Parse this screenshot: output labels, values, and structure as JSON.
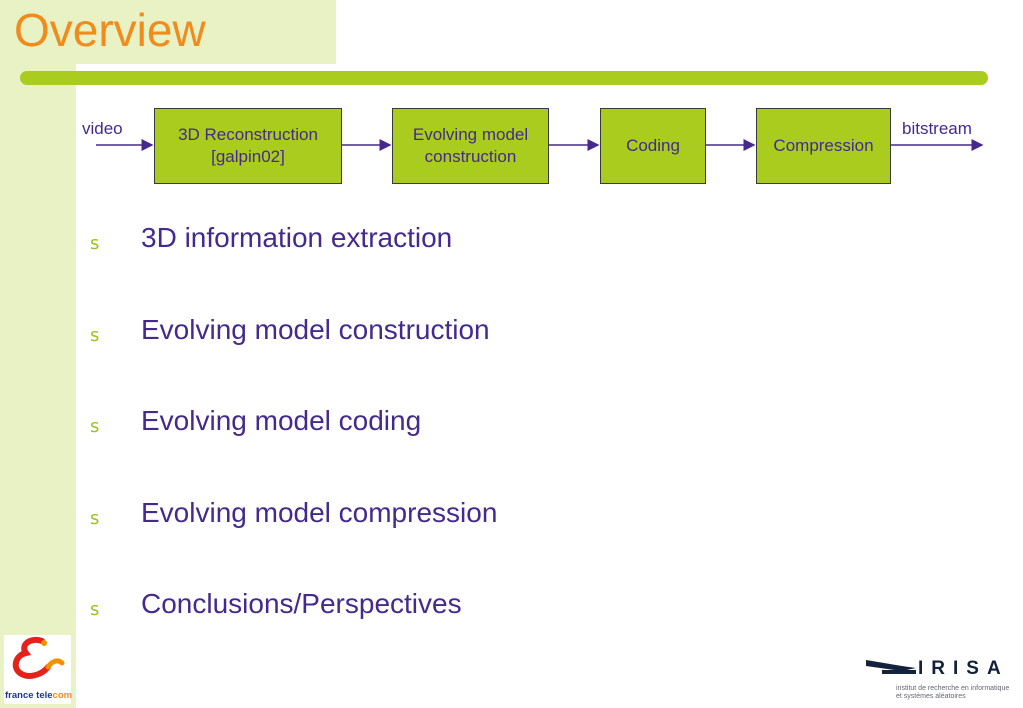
{
  "slide": {
    "title": "Overview",
    "colors": {
      "title": "#f08c1e",
      "accent_green": "#a9cc1e",
      "text_purple": "#442a8c",
      "background_tint": "#e8f2c4"
    }
  },
  "diagram": {
    "input_label": "video",
    "output_label": "bitstream",
    "boxes": [
      {
        "line1": "3D Reconstruction",
        "line2": "[galpin02]"
      },
      {
        "line1": "Evolving model",
        "line2": "construction"
      },
      {
        "line1": "Coding",
        "line2": ""
      },
      {
        "line1": "Compression",
        "line2": ""
      }
    ]
  },
  "bullets": {
    "marker": "s",
    "items": [
      "3D information extraction",
      "Evolving model construction",
      "Evolving model coding",
      "Evolving model compression",
      "Conclusions/Perspectives"
    ]
  },
  "logos": {
    "france_telecom": {
      "icon": "france-telecom-logo-icon",
      "caption_a": "france tele",
      "caption_b": "com"
    },
    "irisa": {
      "icon": "irisa-logo-icon",
      "name": "IRISA",
      "subtitle_1": "institut de recherche en informatique",
      "subtitle_2": "et systèmes aléatoires"
    }
  }
}
